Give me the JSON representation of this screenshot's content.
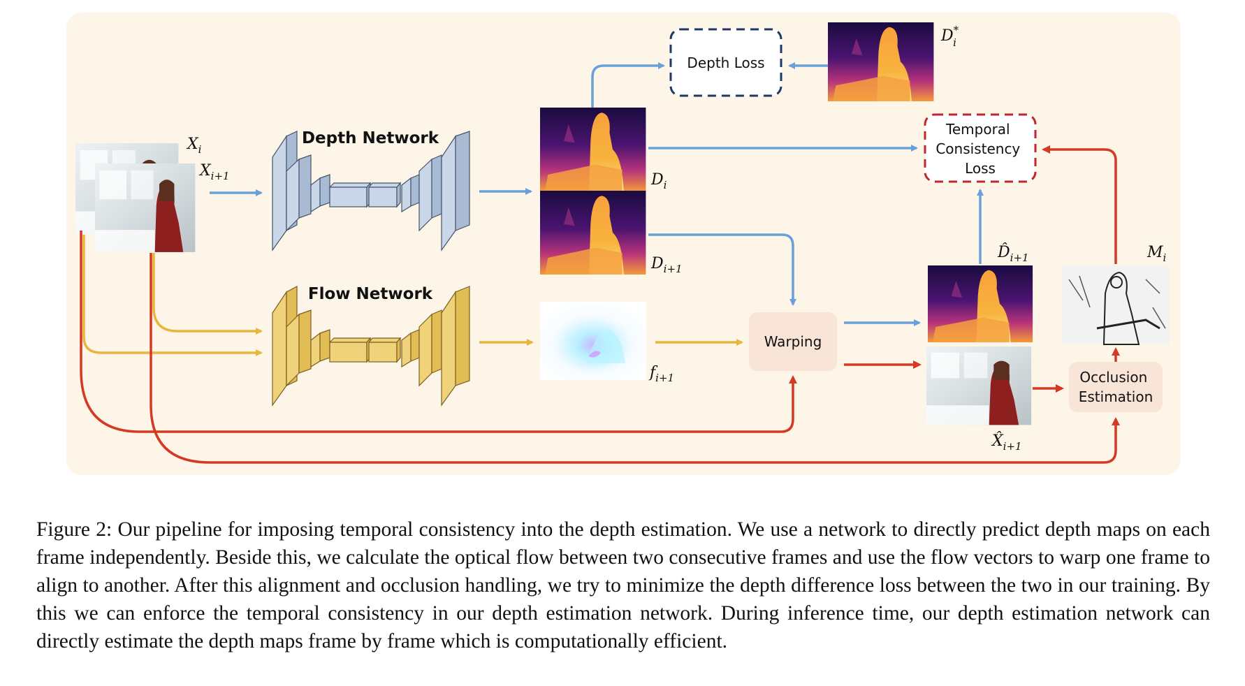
{
  "figure": {
    "input_labels": {
      "xi": "X",
      "xi_sub": "i",
      "xi1": "X",
      "xi1_sub": "i+1"
    },
    "depth_network_label": "Depth Network",
    "flow_network_label": "Flow Network",
    "depth_loss_label": "Depth Loss",
    "gt_label": {
      "main": "D",
      "sup": "*",
      "sub": "i"
    },
    "temporal_loss_label": [
      "Temporal",
      "Consistency",
      "Loss"
    ],
    "di_label": {
      "main": "D",
      "sub": "i"
    },
    "di1_label": {
      "main": "D",
      "sub": "i+1"
    },
    "flow_label": {
      "main": "f",
      "sub": "i+1"
    },
    "warping_label": "Warping",
    "dhat_label": {
      "main": "D̂",
      "sub": "i+1"
    },
    "xhat_label": {
      "main": "X̂",
      "sub": "i+1"
    },
    "mask_label": {
      "main": "M",
      "sub": "i"
    },
    "occlusion_label": [
      "Occlusion",
      "Estimation"
    ],
    "colors": {
      "background": "#fdf6e8",
      "blue_arrow": "#6a9fd8",
      "red_arrow": "#d43a22",
      "yellow_arrow": "#e8b540",
      "depth_net_fill": "#c9d7e8",
      "flow_net_fill": "#f0d27a",
      "box_fill": "#f9e4d8",
      "depth_loss_border": "#1f3864",
      "temporal_loss_border": "#c0272d"
    }
  },
  "caption": "Figure 2: Our pipeline for imposing temporal consistency into the depth estimation. We use a network to directly predict depth maps on each frame independently. Beside this, we calculate the optical flow between two consecutive frames and use the flow vectors to warp one frame to align to another. After this alignment and occlusion handling, we try to minimize the depth difference loss between the two in our training. By this we can enforce the temporal consistency in our depth estimation network. During inference time, our depth estimation network can directly estimate the depth maps frame by frame which is computationally efficient."
}
